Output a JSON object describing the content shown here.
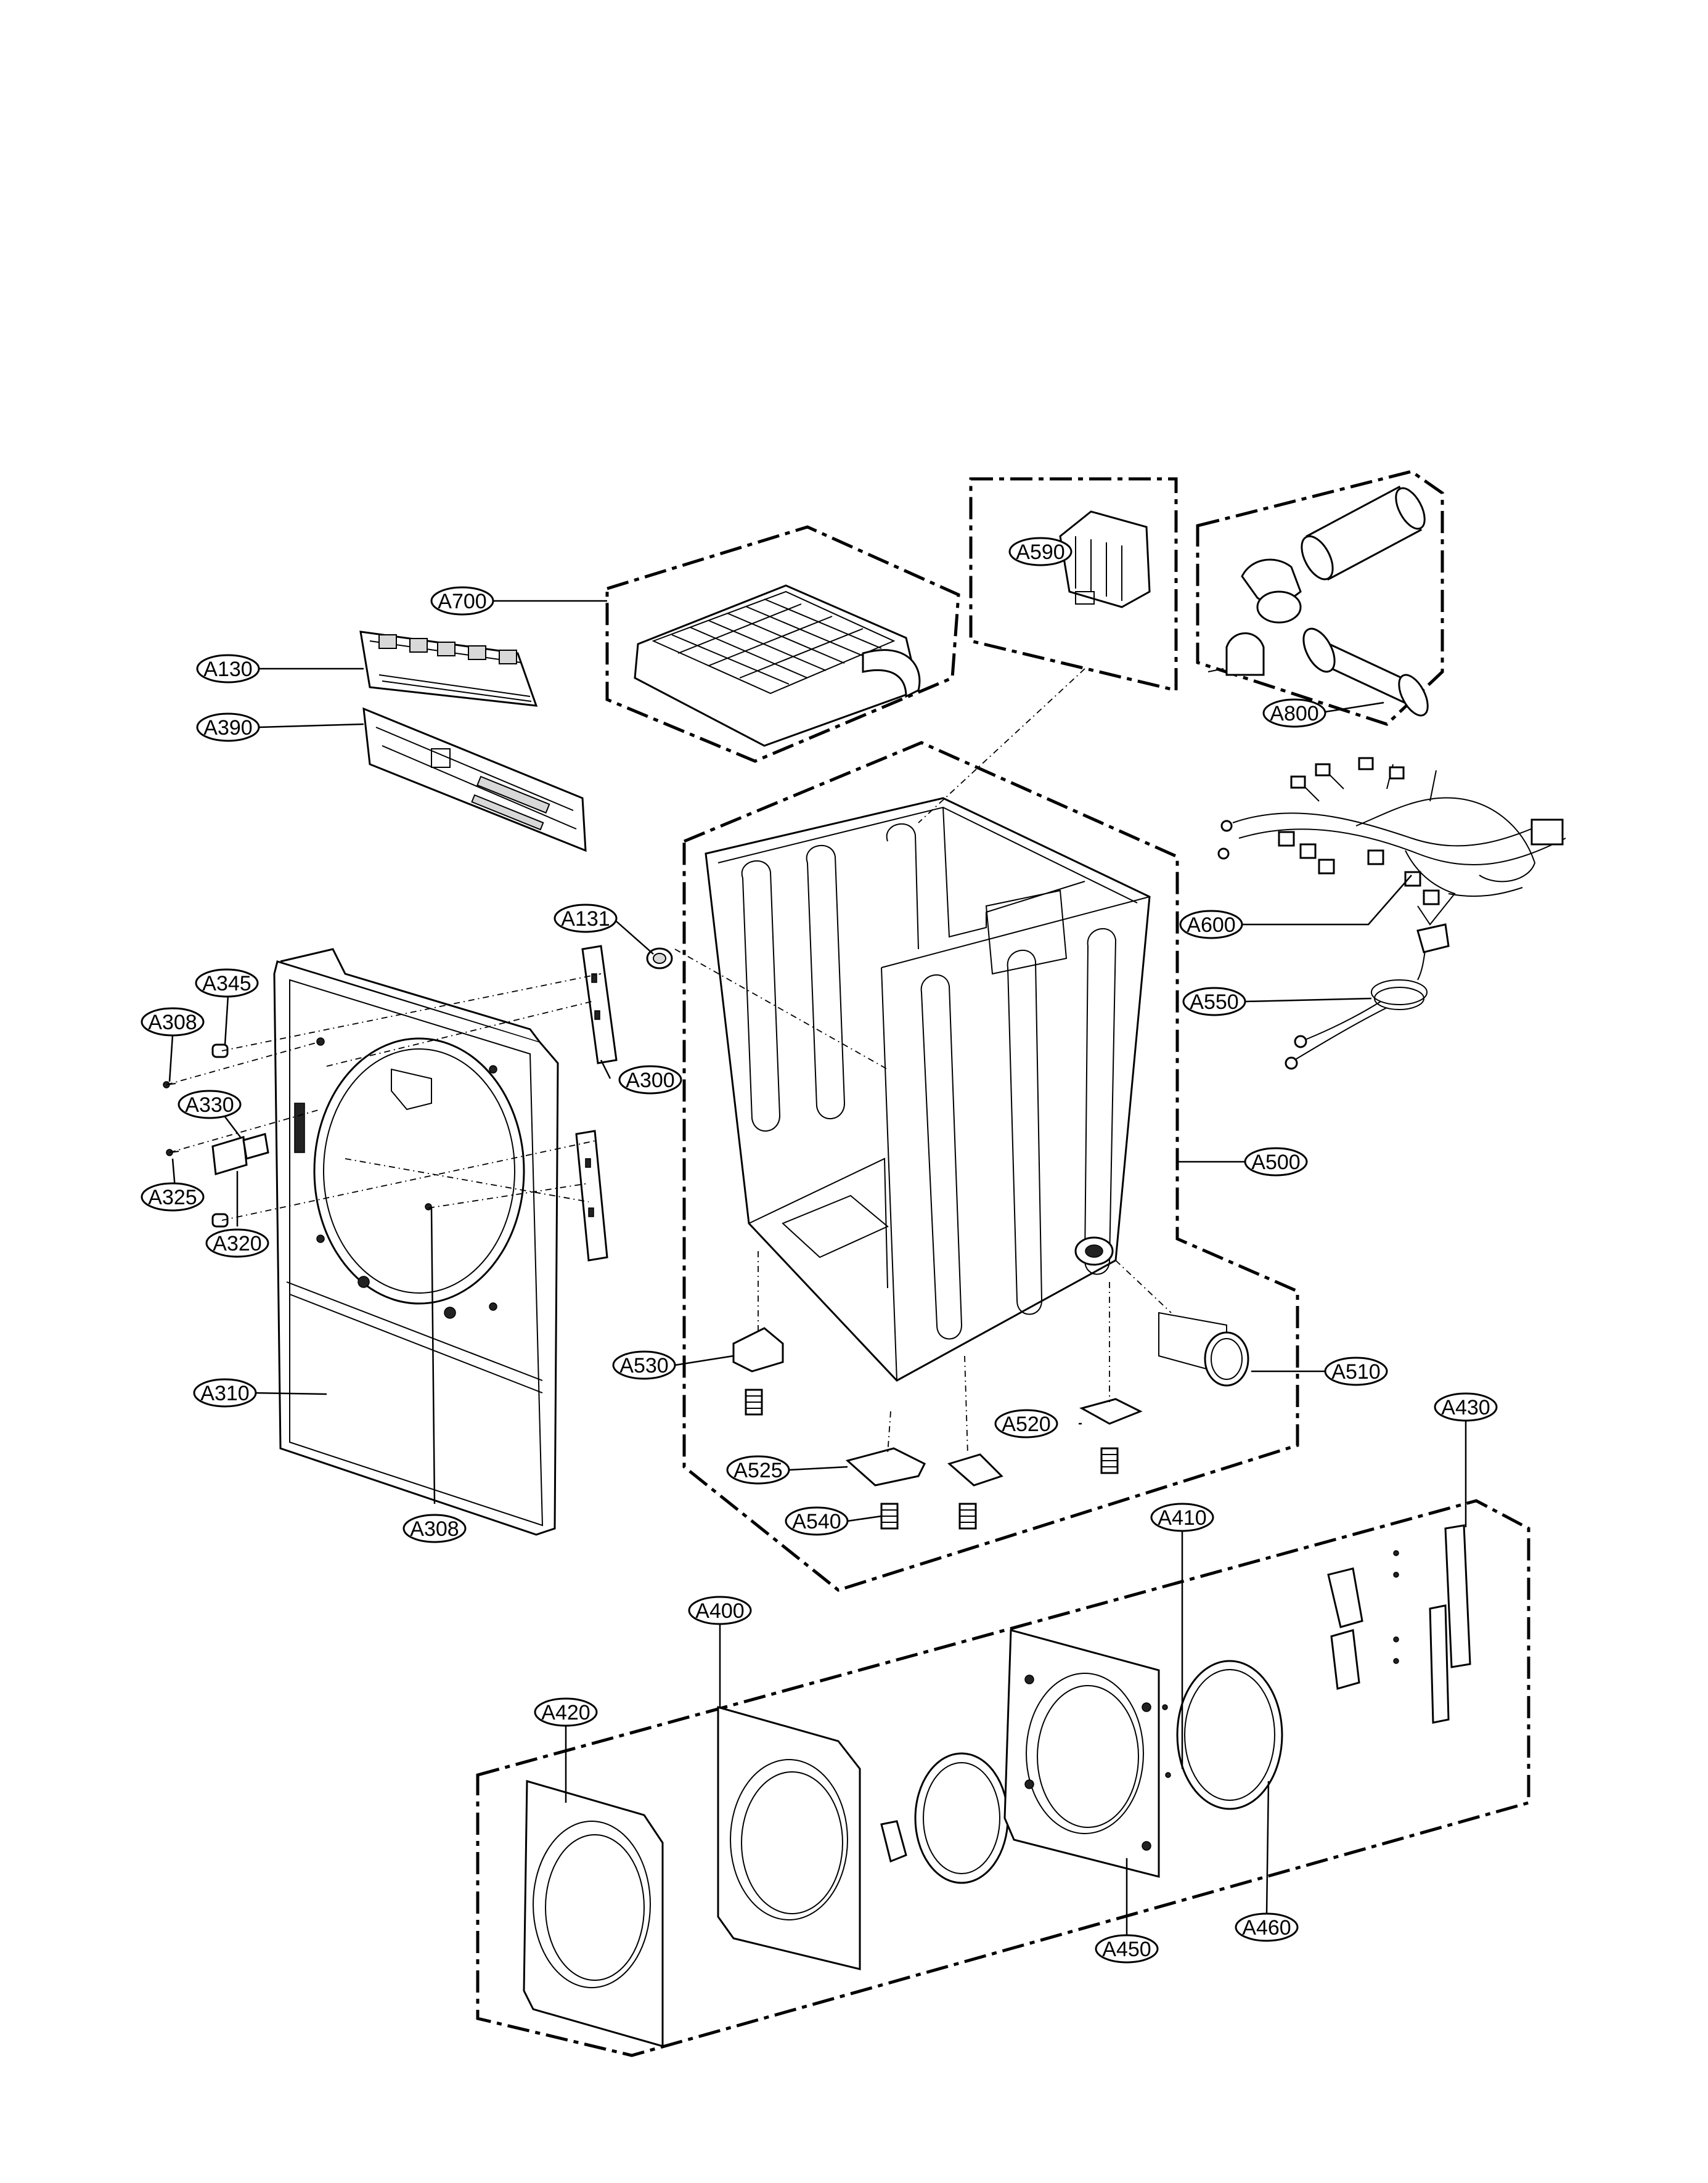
{
  "labels": {
    "A700": "A700",
    "A590": "A590",
    "A800": "A800",
    "A130": "A130",
    "A390": "A390",
    "A600": "A600",
    "A131": "A131",
    "A550": "A550",
    "A345": "A345",
    "A308_top": "A308",
    "A330": "A330",
    "A300": "A300",
    "A500": "A500",
    "A325": "A325",
    "A320": "A320",
    "A530": "A530",
    "A510": "A510",
    "A310": "A310",
    "A520": "A520",
    "A430": "A430",
    "A525": "A525",
    "A540": "A540",
    "A308_bottom": "A308",
    "A410": "A410",
    "A400": "A400",
    "A420": "A420",
    "A450": "A450",
    "A460": "A460"
  }
}
